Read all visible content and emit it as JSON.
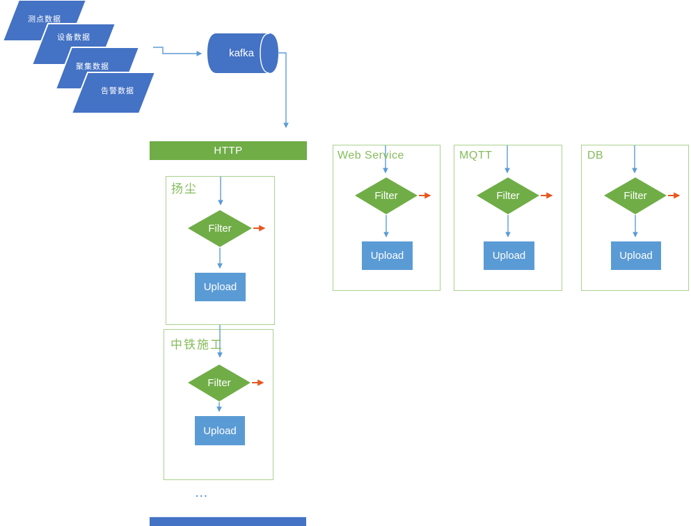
{
  "colors": {
    "source_fill": "#4472C4",
    "accent_blue": "#5B9BD5",
    "accent_green": "#70AD47",
    "box_border_green": "#A9D18E",
    "title_green": "#84BC5A",
    "orange_arrow": "#E8561E"
  },
  "sources": {
    "items": [
      {
        "label": "测点数据"
      },
      {
        "label": "设备数据"
      },
      {
        "label": "聚集数据"
      },
      {
        "label": "告警数据"
      }
    ]
  },
  "kafka": {
    "label": "kafka"
  },
  "http_bar": {
    "label": "HTTP"
  },
  "channels": [
    {
      "title": "扬尘",
      "filter_label": "Filter",
      "upload_label": "Upload"
    },
    {
      "title": "中铁施工",
      "filter_label": "Filter",
      "upload_label": "Upload"
    },
    {
      "title": "Web Service",
      "filter_label": "Filter",
      "upload_label": "Upload"
    },
    {
      "title": "MQTT",
      "filter_label": "Filter",
      "upload_label": "Upload"
    },
    {
      "title": "DB",
      "filter_label": "Filter",
      "upload_label": "Upload"
    }
  ],
  "ellipsis": "..."
}
